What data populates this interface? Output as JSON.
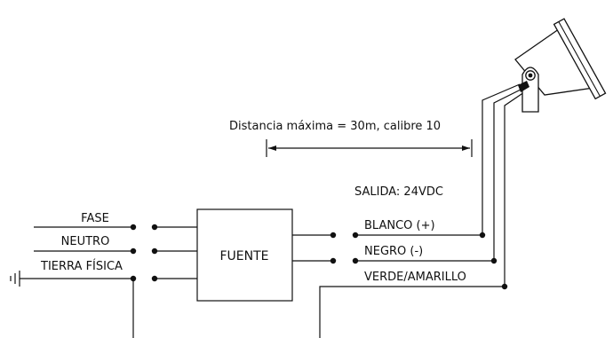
{
  "diagram": {
    "distance_label": "Distancia máxima = 30m, calibre 10",
    "output_label": "SALIDA: 24VDC",
    "box_label": "FUENTE",
    "inputs": {
      "fase": "FASE",
      "neutro": "NEUTRO",
      "tierra": "TIERRA FÍSICA"
    },
    "outputs": {
      "blanco": "BLANCO (+)",
      "negro": "NEGRO (-)",
      "verde": "VERDE/AMARILLO"
    }
  },
  "colors": {
    "line": "#111111",
    "background": "#ffffff"
  }
}
